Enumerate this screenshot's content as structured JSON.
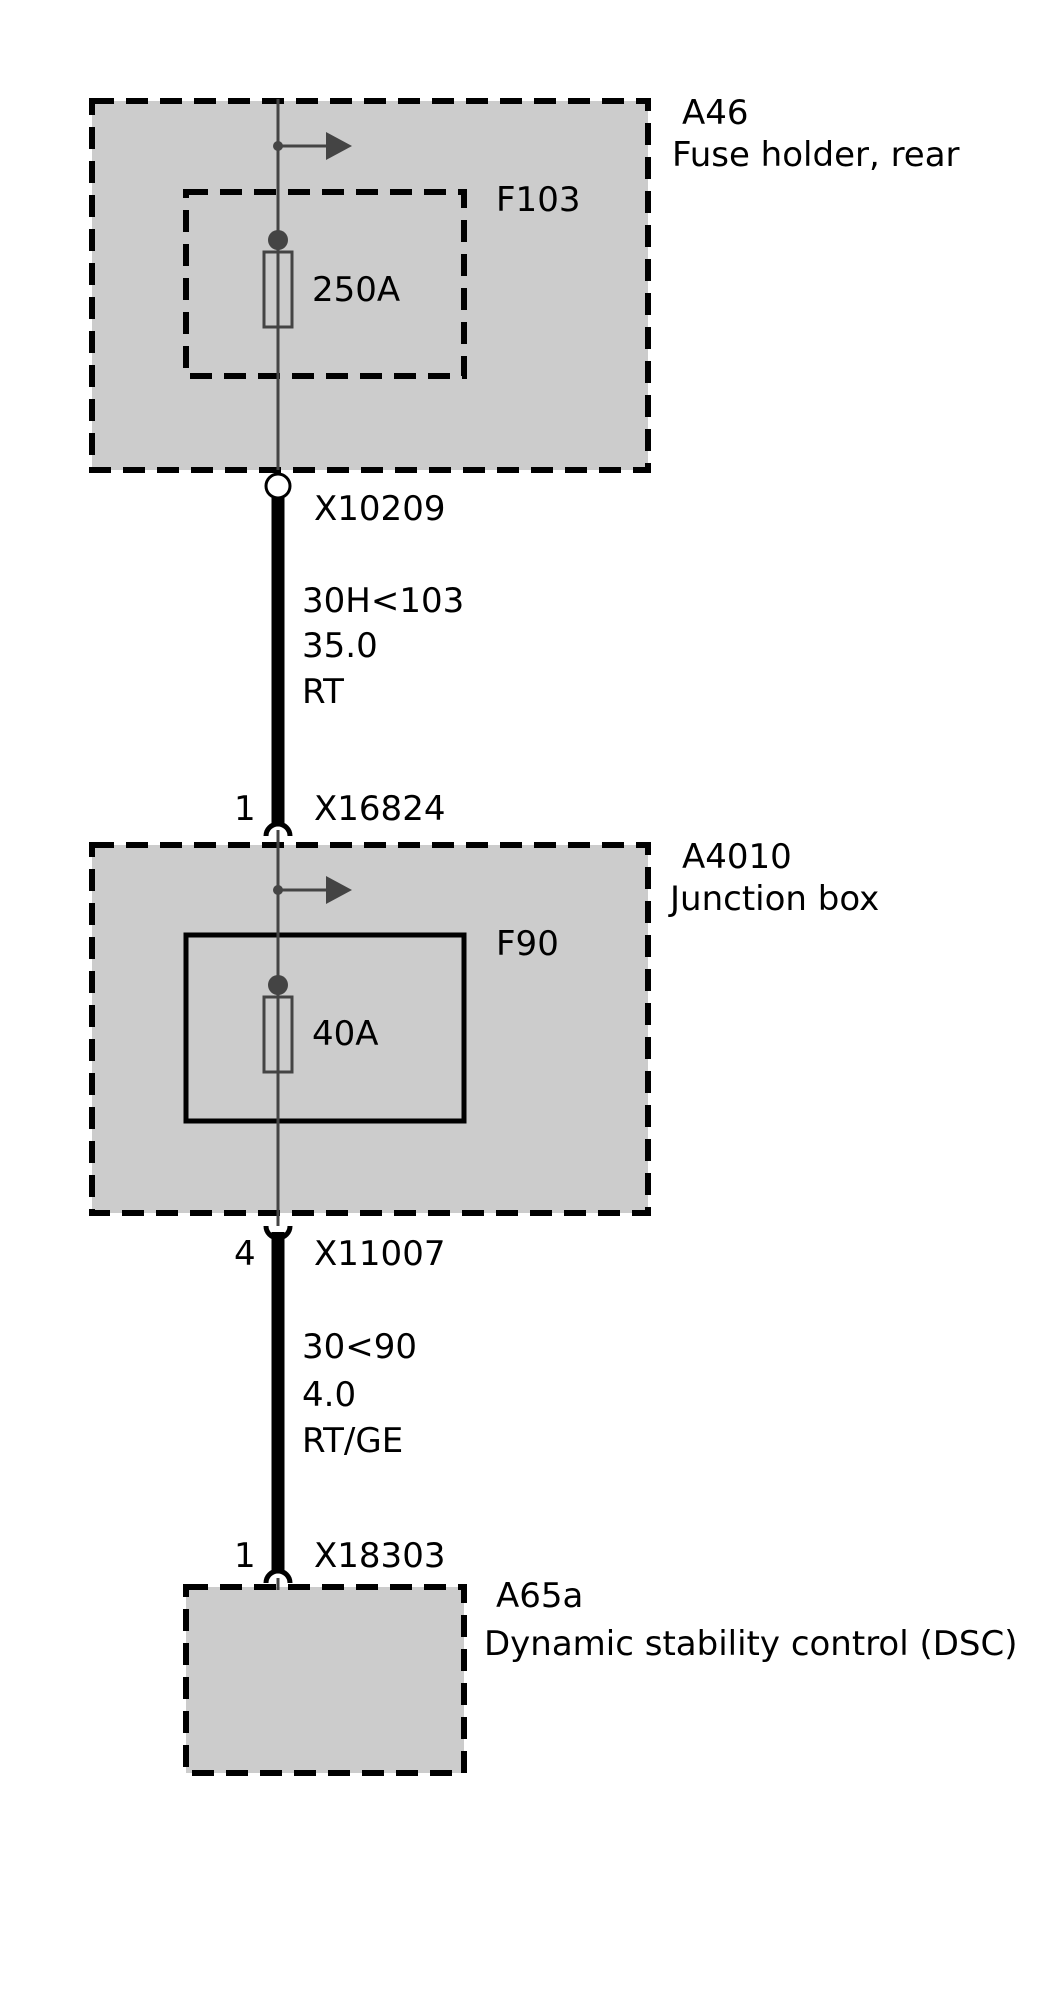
{
  "colors": {
    "box_fill": "#cccccc",
    "line": "#000000",
    "wire": "#444444",
    "background": "#ffffff"
  },
  "components": {
    "a46": {
      "id": "A46",
      "name": "Fuse holder, rear",
      "fuse": {
        "id": "F103",
        "rating": "250A"
      }
    },
    "a4010": {
      "id": "A4010",
      "name": "Junction box",
      "fuse": {
        "id": "F90",
        "rating": "40A"
      }
    },
    "a65a": {
      "id": "A65a",
      "name": "Dynamic stability control (DSC)"
    }
  },
  "connectors": {
    "x10209": {
      "id": "X10209"
    },
    "x16824": {
      "id": "X16824",
      "pin": "1"
    },
    "x11007": {
      "id": "X11007",
      "pin": "4"
    },
    "x18303": {
      "id": "X18303",
      "pin": "1"
    }
  },
  "wires": {
    "w1": {
      "circuit": "30H<103",
      "gauge": "35.0",
      "color": "RT"
    },
    "w2": {
      "circuit": "30<90",
      "gauge": "4.0",
      "color": "RT/GE"
    }
  }
}
